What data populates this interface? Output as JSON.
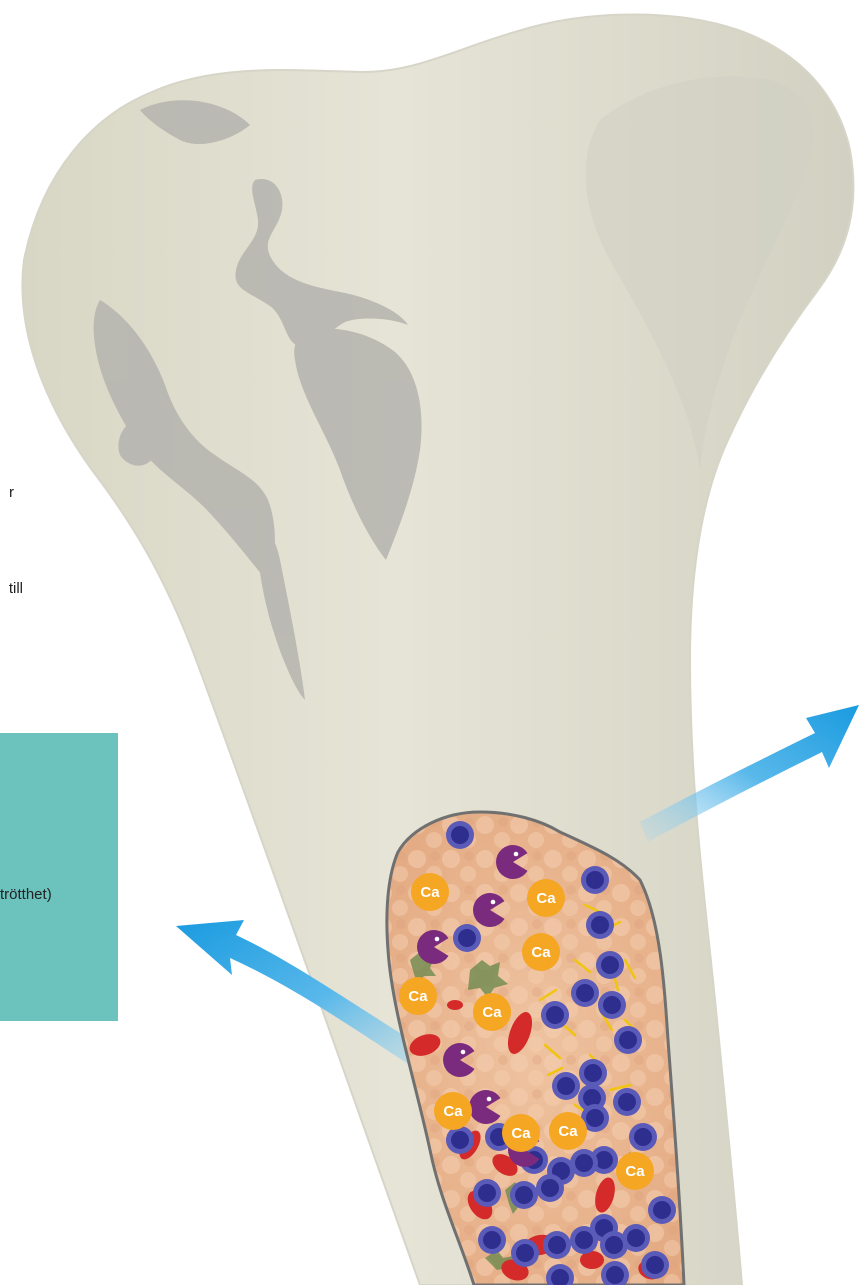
{
  "text_fragments": {
    "line_1": "r",
    "line_2": "till",
    "line_3": "trötthet)"
  },
  "cell_label": "Ca",
  "colors": {
    "bone": "#e4e2d4",
    "bone_shadow": "#bdbcb6",
    "marrow": "#e9b38d",
    "marrow_outline": "#707070",
    "calcium": "#f5a623",
    "myeloma_cell": "#2e2e8f",
    "osteoclast": "#7b2b7e",
    "red_blood_cell": "#d42a2a",
    "teal_box": "#6cc2bd",
    "arrow": "#2aa3e0",
    "fiber": "#f1c40f"
  },
  "icons": {
    "calcium": "calcium-ion-icon",
    "myeloma": "myeloma-cell-icon",
    "osteoclast": "osteoclast-pacman-icon",
    "rbc": "red-blood-cell-icon"
  }
}
